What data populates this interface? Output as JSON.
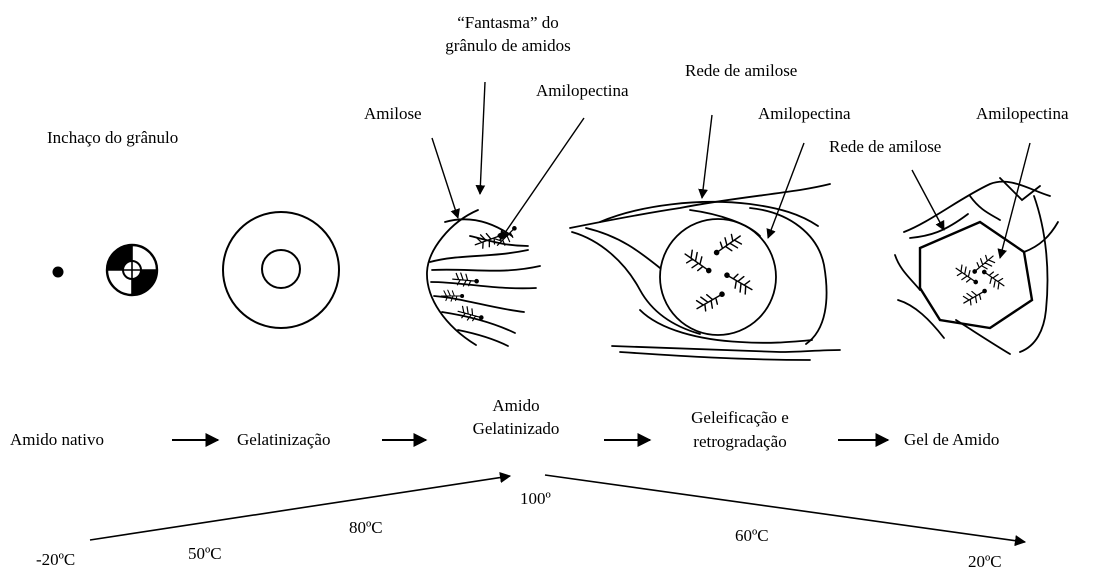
{
  "labels": {
    "inchaco": "Inchaço do grânulo",
    "fantasma_line1": "“Fantasma” do",
    "fantasma_line2": "grânulo de amidos",
    "amilose": "Amilose",
    "amilopectina_1": "Amilopectina",
    "rede_amilose_1": "Rede de amilose",
    "amilopectina_2": "Amilopectina",
    "rede_amilose_2": "Rede de amilose",
    "amilopectina_3": "Amilopectina"
  },
  "stages": [
    {
      "label": "Amido nativo"
    },
    {
      "label": "Gelatinização"
    },
    {
      "line1": "Amido",
      "line2": "Gelatinizado"
    },
    {
      "line1": "Geleificação e",
      "line2": "retrogradação"
    },
    {
      "label": "Gel de Amido"
    }
  ],
  "temperatures": {
    "t_minus20": "-20ºC",
    "t_50": "50ºC",
    "t_80": "80ºC",
    "t_100": "100º",
    "t_60": "60ºC",
    "t_20": "20ºC"
  }
}
